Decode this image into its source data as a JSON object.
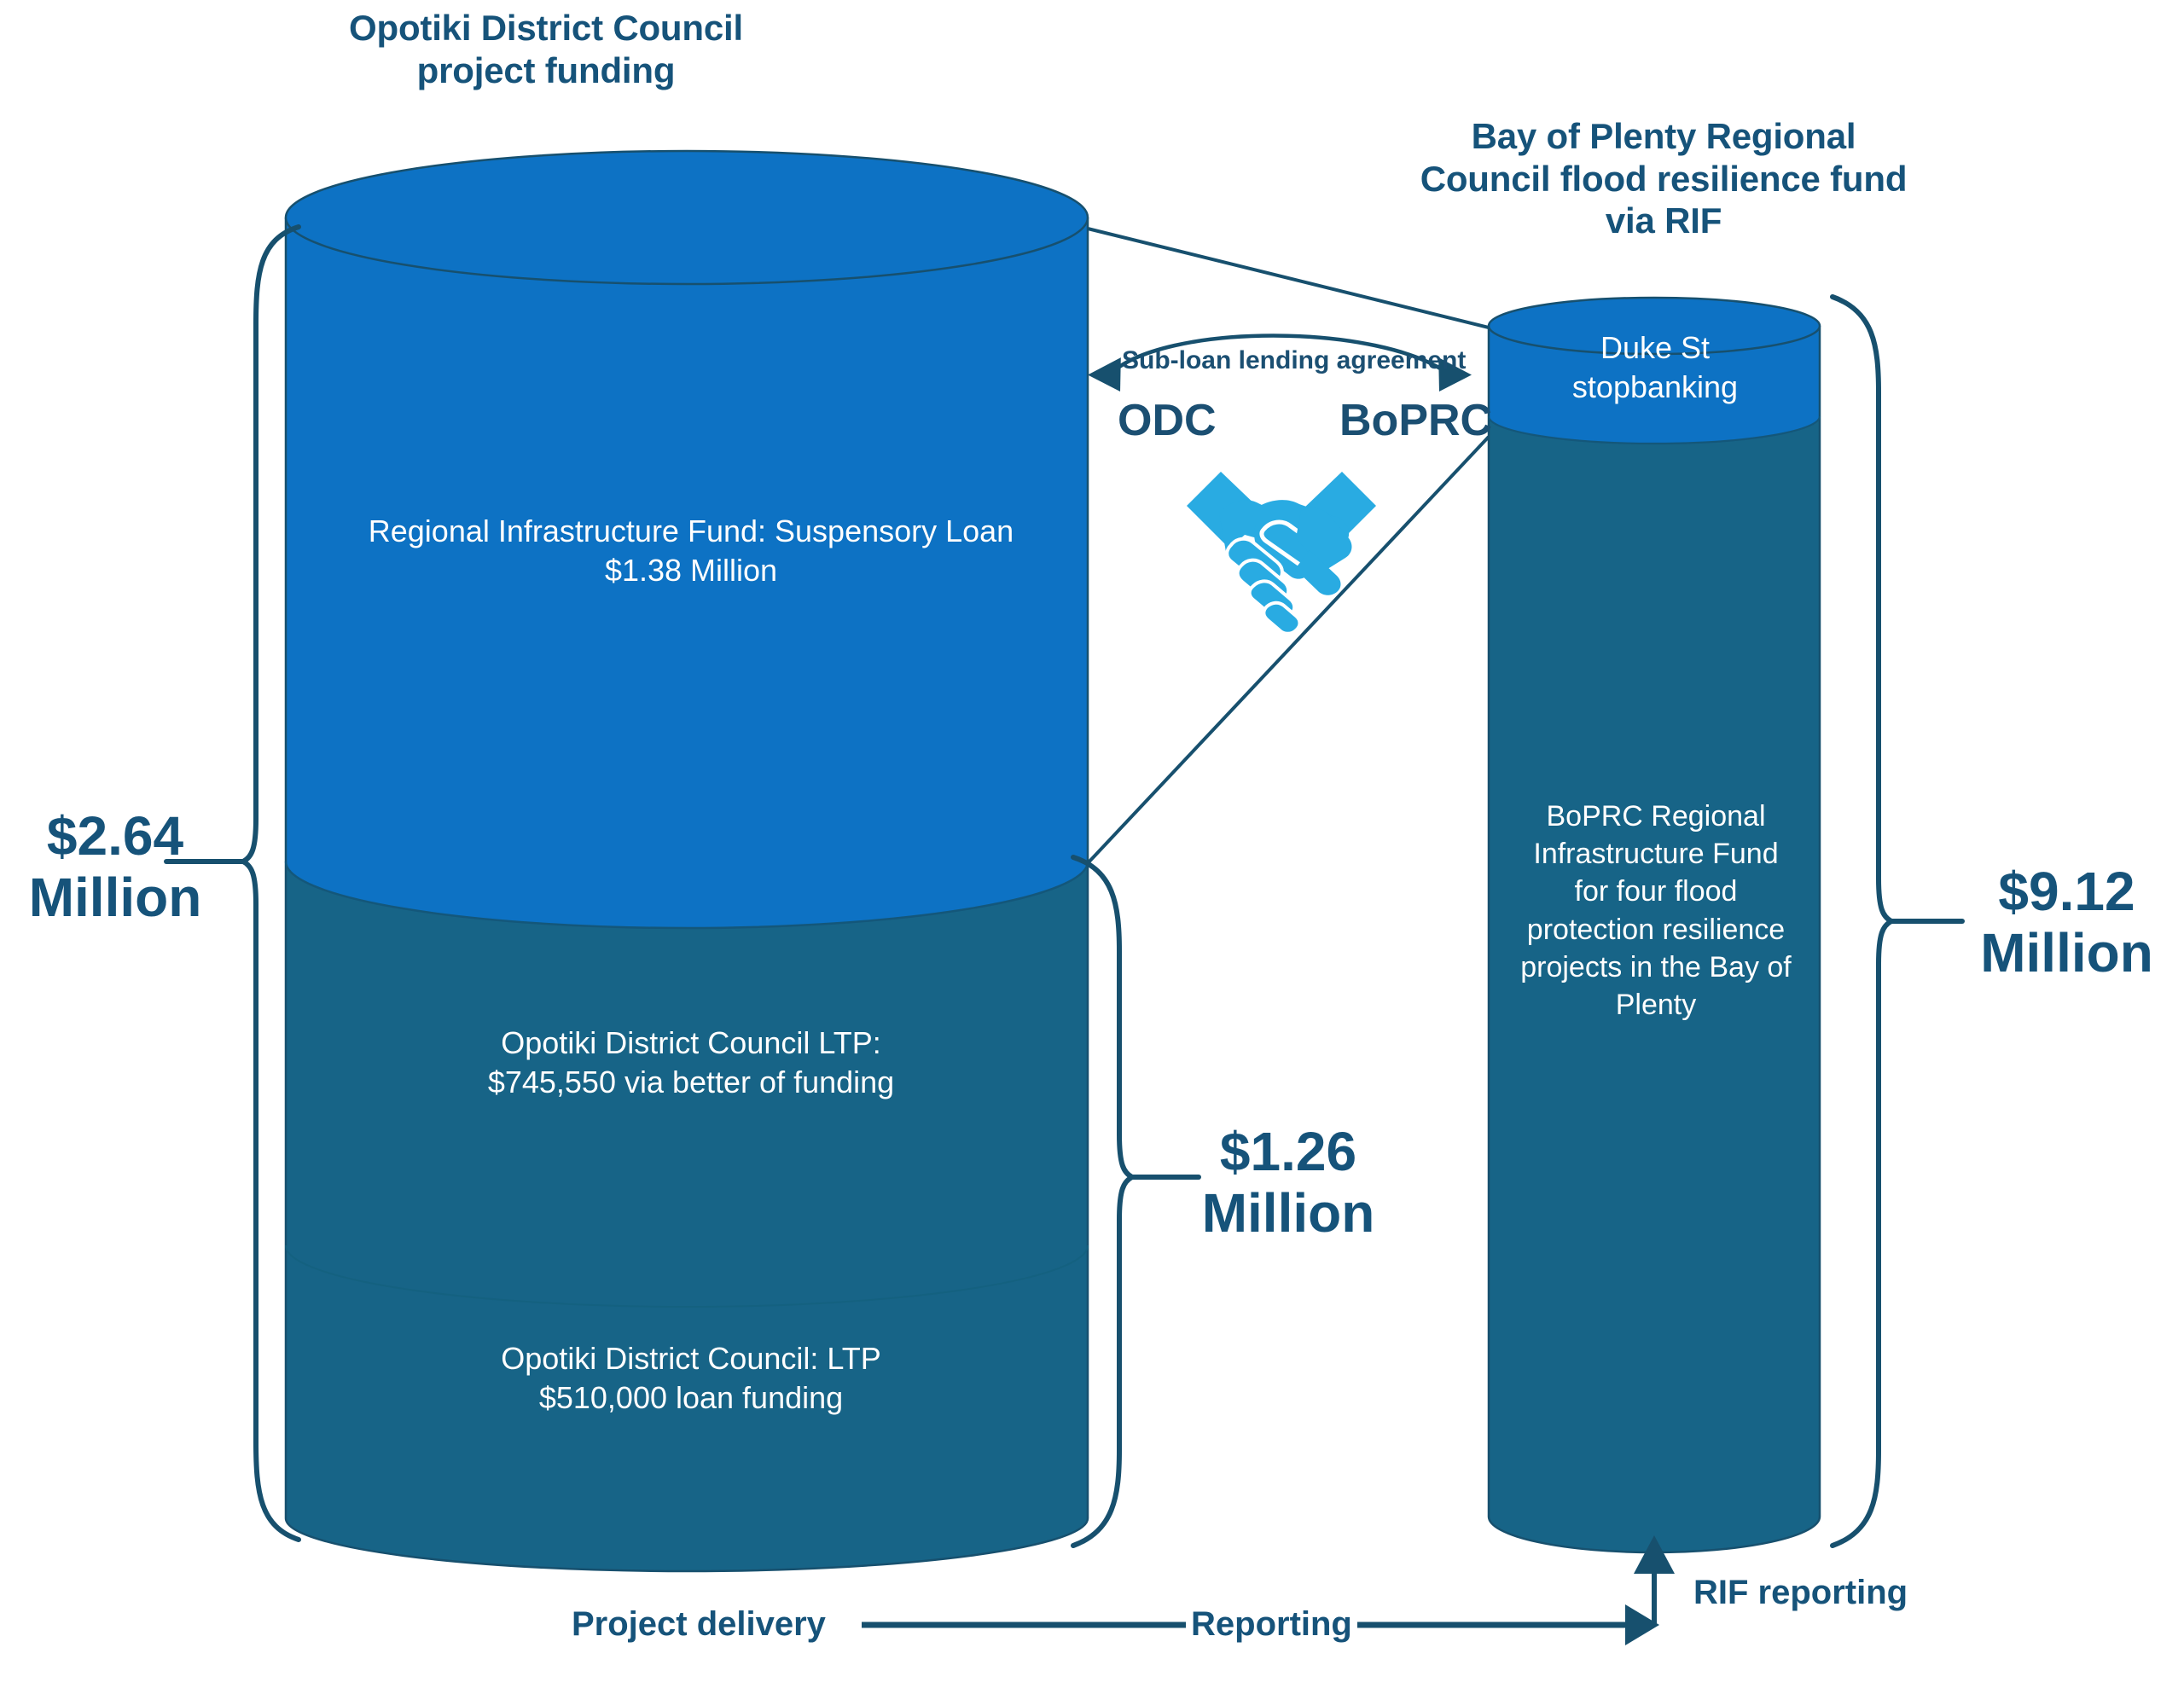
{
  "colors": {
    "light_blue": "#0d72c4",
    "dark_teal": "#176487",
    "outline": "#17506e",
    "text_dark_blue": "#16537a",
    "handshake_blue": "#29abe2",
    "white": "#ffffff"
  },
  "headings": {
    "left": "Opotiki District Council\nproject funding",
    "left_line1": "Opotiki District Council",
    "left_line2": "project funding",
    "right_line1": "Bay of Plenty Regional",
    "right_line2": "Council flood resilience fund",
    "right_line3": "via RIF"
  },
  "left_cylinder": {
    "segments": [
      {
        "id": "rif-suspensory-loan",
        "line1": "Regional Infrastructure Fund: Suspensory Loan",
        "line2": "$1.38 Million",
        "color": "#0d72c4",
        "value_text": "$1.38 Million"
      },
      {
        "id": "odc-ltp-better-off",
        "line1": "Opotiki District Council LTP:",
        "line2": "$745,550 via better of funding",
        "color": "#176487",
        "value_text": "$745,550"
      },
      {
        "id": "odc-ltp-loan",
        "line1": "Opotiki District Council: LTP",
        "line2": "$510,000 loan funding",
        "color": "#176487",
        "value_text": "$510,000"
      }
    ]
  },
  "right_cylinder": {
    "top_segment": {
      "id": "duke-st-stopbanking",
      "line1": "Duke St",
      "line2": "stopbanking",
      "color": "#0d72c4"
    },
    "body_segment": {
      "id": "boprc-rif-four-projects",
      "lines": [
        "BoPRC Regional",
        "Infrastructure Fund",
        "for four flood",
        "protection resilience",
        "projects in the Bay of",
        "Plenty"
      ],
      "color": "#176487"
    }
  },
  "brackets": {
    "left_total": {
      "line1": "$2.64",
      "line2": "Million"
    },
    "middle_total": {
      "line1": "$1.26",
      "line2": "Million"
    },
    "right_total": {
      "line1": "$9.12",
      "line2": "Million"
    }
  },
  "agreement": {
    "caption": "Sub-loan lending agreement",
    "left_party": "ODC",
    "right_party": "BoPRC",
    "icon": "handshake-icon"
  },
  "flow": {
    "project_delivery": "Project delivery",
    "reporting": "Reporting",
    "rif_reporting": "RIF reporting"
  },
  "chart_data": {
    "type": "bar",
    "title": "Opotiki District Council project funding and Bay of Plenty Regional Council flood resilience fund via RIF",
    "series": [
      {
        "name": "Opotiki District Council project funding",
        "total": 2.64,
        "unit": "NZD millions",
        "segments": [
          {
            "label": "Regional Infrastructure Fund: Suspensory Loan",
            "value": 1.38
          },
          {
            "label": "Opotiki District Council LTP: via better of funding",
            "value": 0.74555
          },
          {
            "label": "Opotiki District Council: LTP loan funding",
            "value": 0.51
          }
        ],
        "sub_total_label": "$1.26 Million",
        "sub_total": 1.26
      },
      {
        "name": "Bay of Plenty Regional Council flood resilience fund via RIF",
        "total": 9.12,
        "unit": "NZD millions",
        "segments": [
          {
            "label": "Duke St stopbanking",
            "value": null
          },
          {
            "label": "BoPRC Regional Infrastructure Fund for four flood protection resilience projects in the Bay of Plenty",
            "value": null
          }
        ]
      }
    ]
  }
}
